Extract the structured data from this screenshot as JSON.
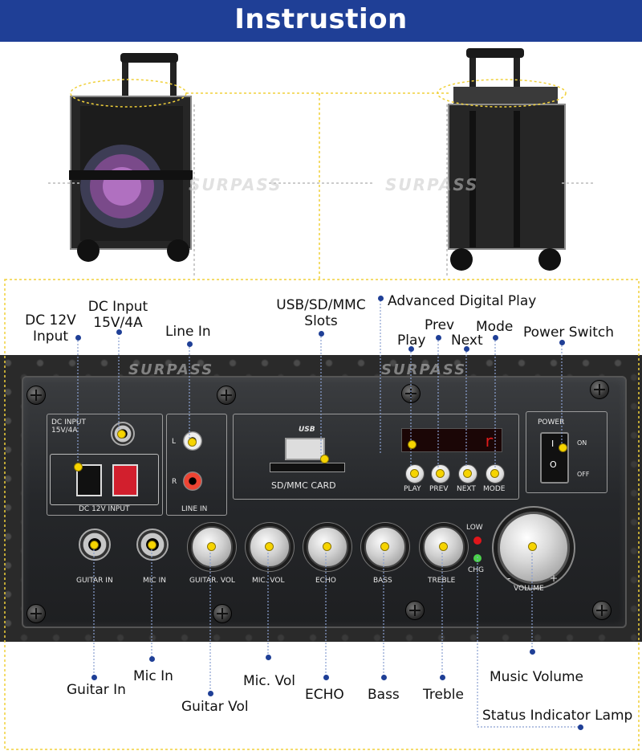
{
  "header": {
    "title": "Instrustion"
  },
  "brand_watermark": "SURPASS",
  "callouts": {
    "dc12v_input": "DC 12V\nInput",
    "dc_input": "DC Input\n15V/4A",
    "line_in": "Line In",
    "usb_sd_mmc": "USB/SD/MMC\nSlots",
    "advanced_digital_play": "Advanced Digital Play",
    "play": "Play",
    "prev": "Prev",
    "next": "Next",
    "mode": "Mode",
    "power_switch": "Power Switch",
    "guitar_in": "Guitar In",
    "mic_in": "Mic In",
    "guitar_vol": "Guitar Vol",
    "mic_vol": "Mic. Vol",
    "echo": "ECHO",
    "bass": "Bass",
    "treble": "Treble",
    "music_volume": "Music Volume",
    "status_lamp": "Status Indicator Lamp"
  },
  "panel": {
    "dc_input_text": "DC INPUT\n15V/4A",
    "dc12v_input_text": "DC 12V INPUT",
    "line_in_text": "LINE IN",
    "rca_l": "L",
    "rca_r": "R",
    "usb_logo": "USB",
    "card_text": "SD/MMC CARD",
    "lcd_text": "r",
    "play_text": "PLAY",
    "prev_text": "PREV",
    "next_text": "NEXT",
    "mode_text": "MODE",
    "power_text": "POWER",
    "on_text": "ON",
    "off_text": "OFF",
    "guitar_in_text": "GUITAR IN",
    "mic_in_text": "MIC IN",
    "guitar_vol_text": "GUITAR. VOL",
    "mic_vol_text": "MIC. VOL",
    "echo_text": "ECHO",
    "bass_text": "BASS",
    "treble_text": "TREBLE",
    "low_text": "LOW",
    "chg_text": "CHG",
    "volume_text": "VOLUME",
    "minus": "-",
    "plus": "+"
  },
  "colors": {
    "banner": "#1f3f96",
    "leader_dot": "#1f3f96",
    "marker": "#f6d400",
    "dotted_frame": "#f0d03a"
  }
}
